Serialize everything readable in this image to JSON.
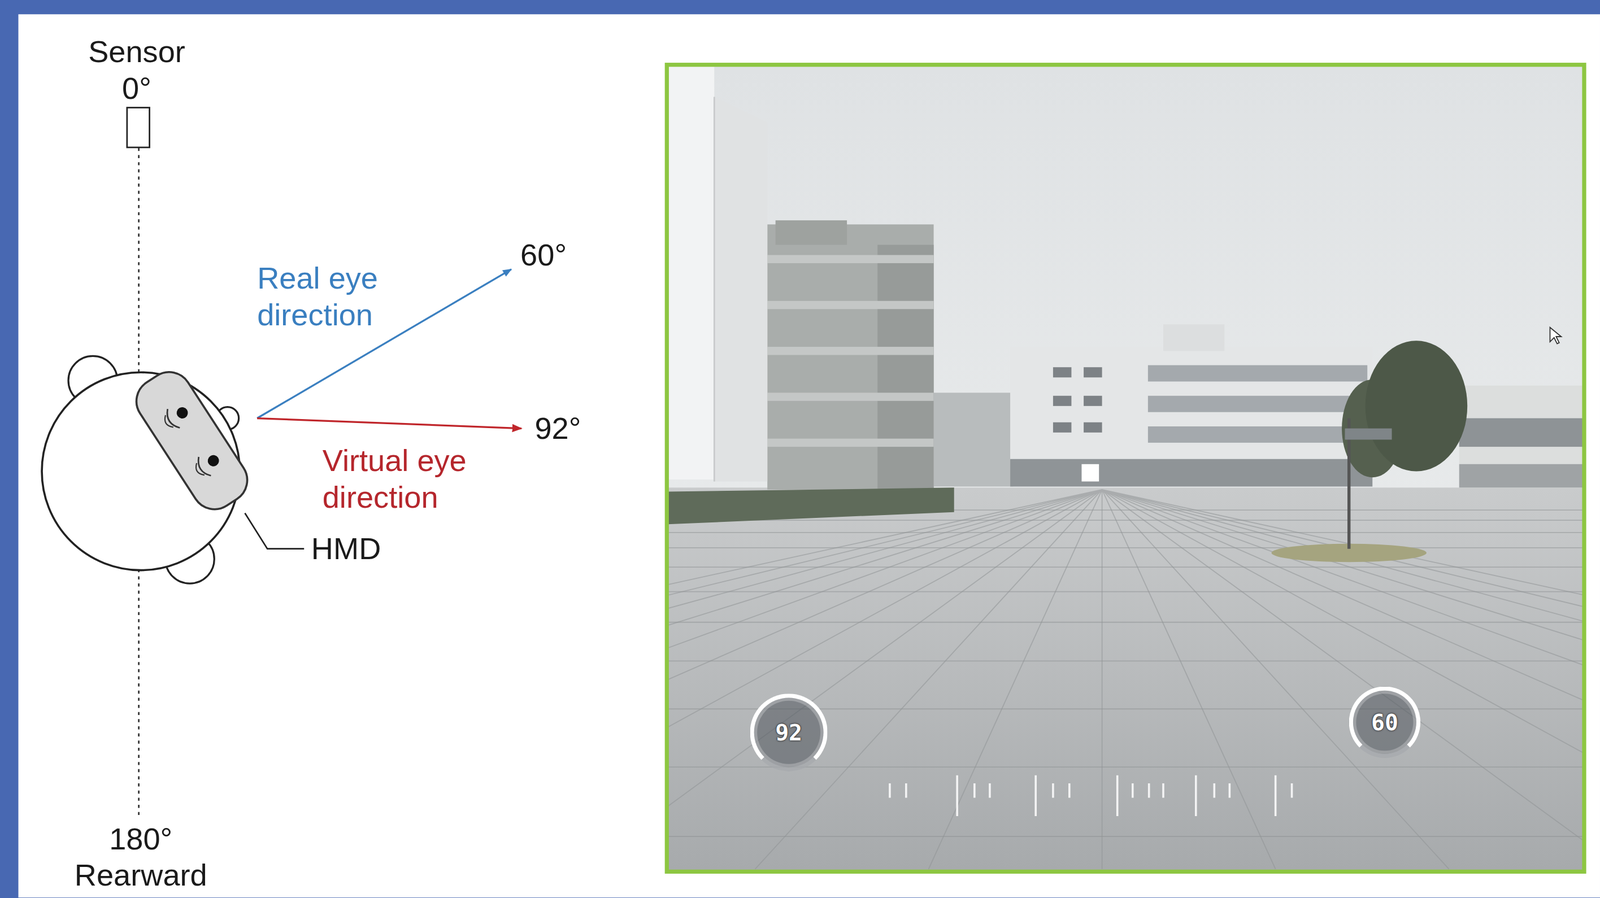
{
  "diagram": {
    "nodes": [
      {
        "text": [
          "92"
        ]
      },
      {
        "text": [
          "60"
        ]
      }
    ],
    "labels": [
      "Sensor 0°",
      "Real eye direction",
      "60°",
      "92°",
      "Virtual eye direction",
      "HMD",
      "180° Rearward"
    ]
  }
}
